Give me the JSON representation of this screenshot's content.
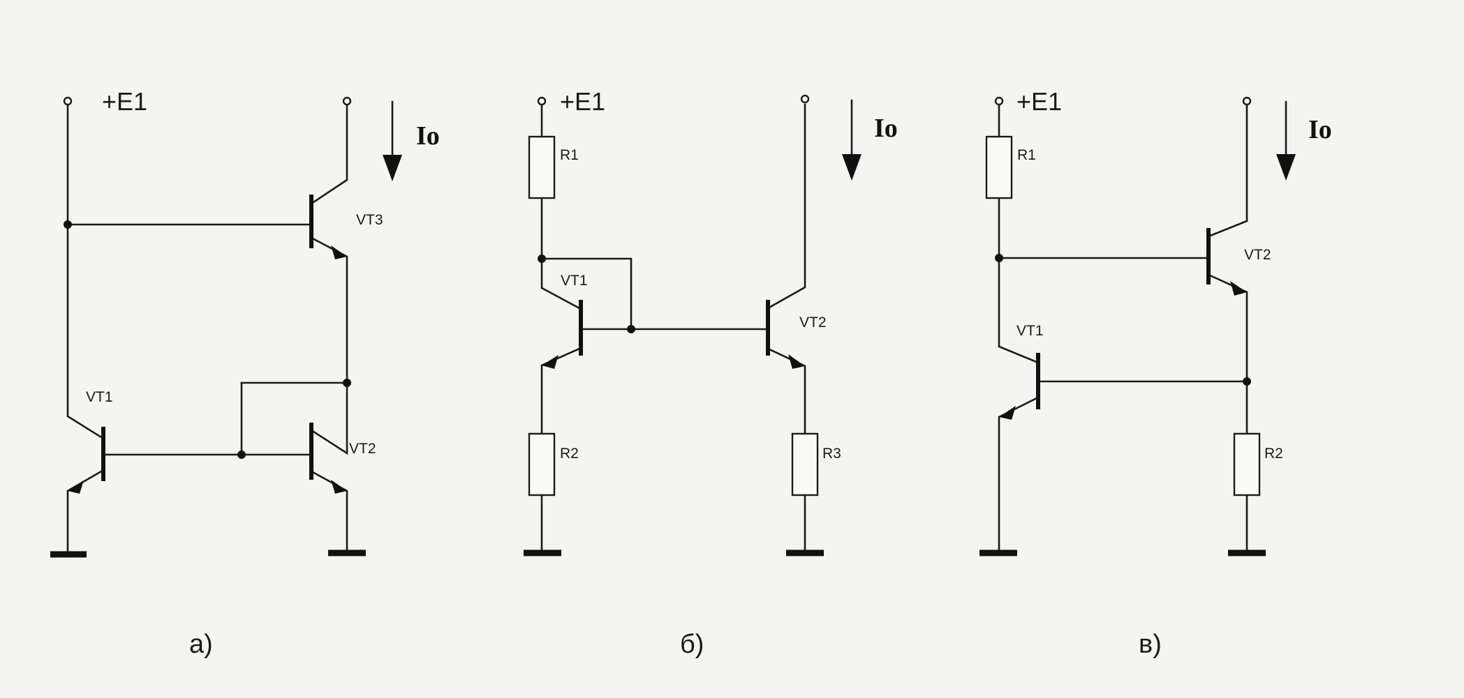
{
  "circuits": {
    "a": {
      "caption": "а)",
      "supply": "+E1",
      "current": "Io",
      "transistors": {
        "t1": "VT1",
        "t2": "VT2",
        "t3": "VT3"
      }
    },
    "b": {
      "caption": "б)",
      "supply": "+E1",
      "current": "Io",
      "transistors": {
        "t1": "VT1",
        "t2": "VT2"
      },
      "resistors": {
        "r1": "R1",
        "r2": "R2",
        "r3": "R3"
      }
    },
    "c": {
      "caption": "в)",
      "supply": "+E1",
      "current": "Io",
      "transistors": {
        "t1": "VT1",
        "t2": "VT2"
      },
      "resistors": {
        "r1": "R1",
        "r2": "R2"
      }
    }
  }
}
